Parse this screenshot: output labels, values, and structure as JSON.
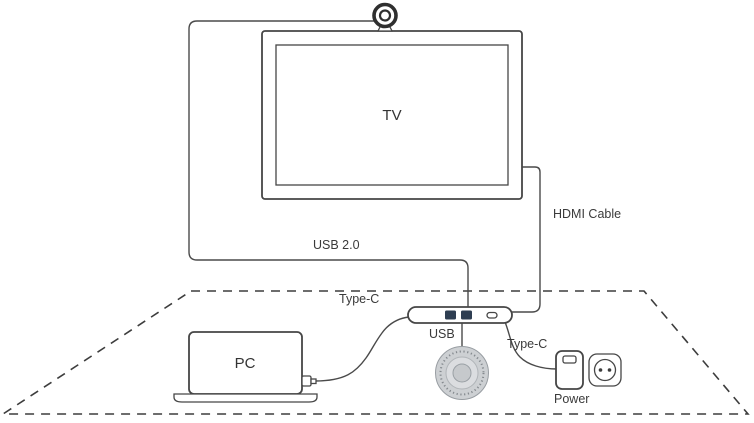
{
  "diagram": {
    "devices": {
      "tv": {
        "label": "TV"
      },
      "pc": {
        "label": "PC"
      },
      "power_adapter": {
        "label": "Power"
      }
    },
    "cables": {
      "camera_to_hub": {
        "label": "USB 2.0"
      },
      "tv_to_hub": {
        "label": "HDMI Cable"
      },
      "pc_to_hub": {
        "label": "Type-C"
      },
      "hub_to_speakerphone": {
        "label": "USB"
      },
      "hub_to_power": {
        "label": "Type-C"
      }
    },
    "icons": {
      "camera": "camera-icon",
      "power_outlet": "power-plug-icon",
      "usb_connector": "usb-plug-icon"
    },
    "colors": {
      "line": "#454545",
      "text": "#3a3a3a",
      "usb_port": "#2e3e52",
      "speaker_body": "#cdd0d3",
      "speaker_mid": "#dbdde0",
      "speaker_center": "#c6c9cc"
    }
  }
}
